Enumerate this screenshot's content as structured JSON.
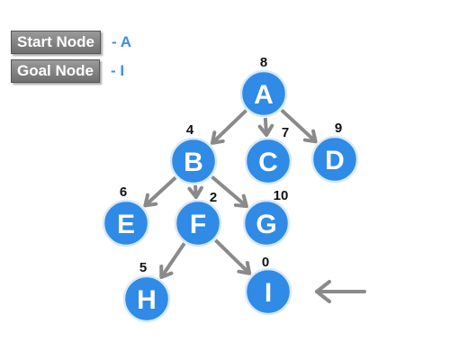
{
  "legend": {
    "start": {
      "label": "Start Node",
      "value": "- A"
    },
    "goal": {
      "label": "Goal Node",
      "value": "- I"
    }
  },
  "colors": {
    "node": "#2f8be6",
    "edge": "#8a8a8a",
    "legend_value": "#3b8fe8"
  },
  "nodes": [
    {
      "id": "A",
      "label": "A",
      "h": "8"
    },
    {
      "id": "B",
      "label": "B",
      "h": "4"
    },
    {
      "id": "C",
      "label": "C",
      "h": "7"
    },
    {
      "id": "D",
      "label": "D",
      "h": "9"
    },
    {
      "id": "E",
      "label": "E",
      "h": "6"
    },
    {
      "id": "F",
      "label": "F",
      "h": "2"
    },
    {
      "id": "G",
      "label": "G",
      "h": "10"
    },
    {
      "id": "H",
      "label": "H",
      "h": "5"
    },
    {
      "id": "I",
      "label": "I",
      "h": "0"
    }
  ],
  "edges": [
    {
      "from": "A",
      "to": "B"
    },
    {
      "from": "A",
      "to": "C"
    },
    {
      "from": "A",
      "to": "D"
    },
    {
      "from": "B",
      "to": "E"
    },
    {
      "from": "B",
      "to": "F"
    },
    {
      "from": "B",
      "to": "G"
    },
    {
      "from": "F",
      "to": "H"
    },
    {
      "from": "F",
      "to": "I"
    }
  ],
  "pointer": {
    "target": "I",
    "icon": "left-arrow-icon"
  }
}
